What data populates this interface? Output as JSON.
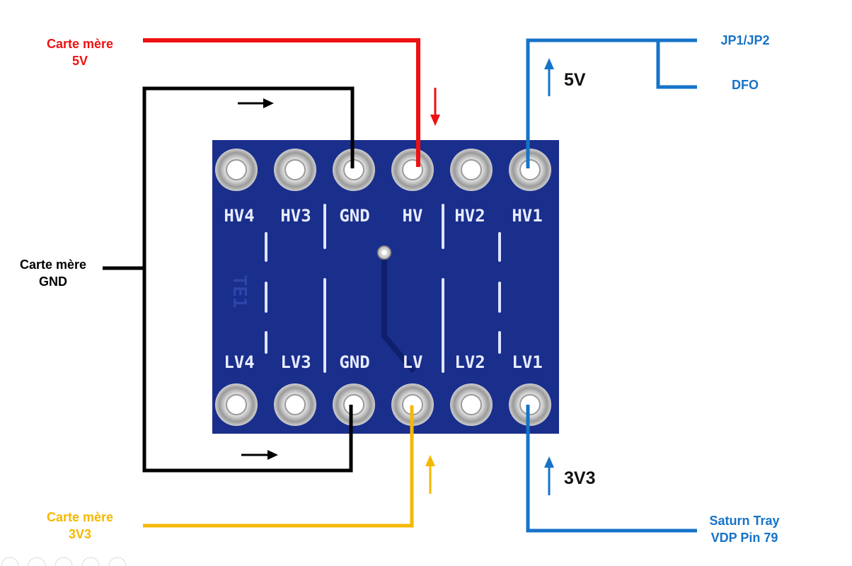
{
  "labels": {
    "mb_5v": {
      "line1": "Carte mère",
      "line2": "5V",
      "color": "#ee1111"
    },
    "mb_gnd": {
      "line1": "Carte mère",
      "line2": "GND",
      "color": "#000000"
    },
    "mb_3v3": {
      "line1": "Carte mère",
      "line2": "3V3",
      "color": "#f5b800"
    },
    "jp": {
      "text": "JP1/JP2",
      "color": "#1673c8"
    },
    "dfo": {
      "text": "DFO",
      "color": "#1673c8"
    },
    "saturn": {
      "line1": "Saturn Tray",
      "line2": "VDP Pin 79",
      "color": "#1673c8"
    },
    "volt_5v": "5V",
    "volt_3v3": "3V3"
  },
  "board": {
    "color": "#1a2e8c",
    "top_pins": [
      "HV4",
      "HV3",
      "GND",
      "HV",
      "HV2",
      "HV1"
    ],
    "bottom_pins": [
      "LV4",
      "LV3",
      "GND",
      "LV",
      "LV2",
      "LV1"
    ],
    "side_mark": "TE1"
  },
  "wire_colors": {
    "red": "#ee1111",
    "black": "#000000",
    "yellow": "#f5b800",
    "blue": "#1673c8"
  }
}
